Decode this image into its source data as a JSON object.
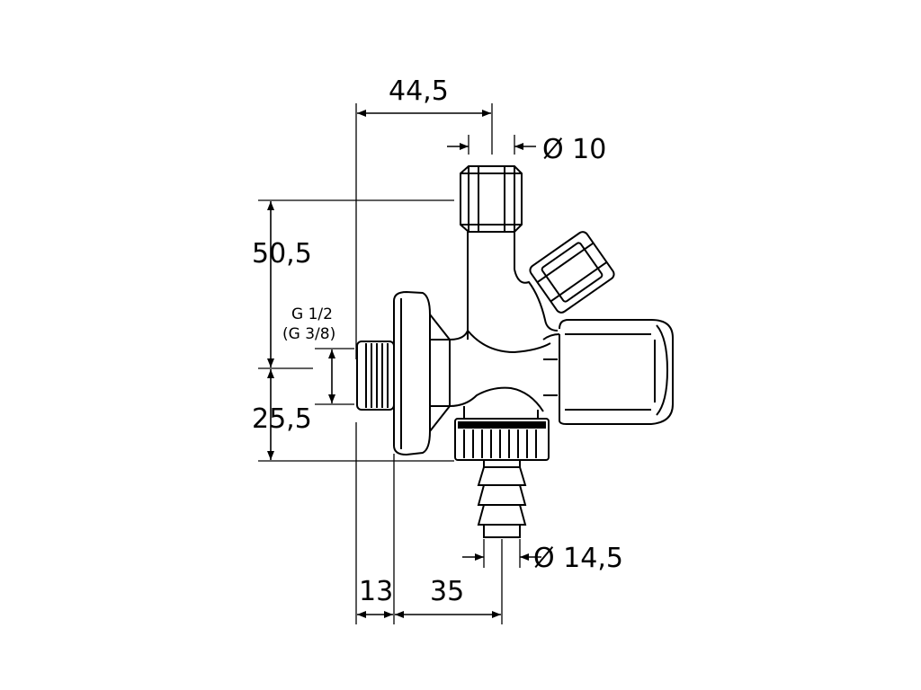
{
  "dimensions": {
    "top_width": "44,5",
    "top_pipe_diameter": "Ø 10",
    "height_upper": "50,5",
    "height_lower": "25,5",
    "thread_primary": "G 1/2",
    "thread_secondary": "(G 3/8)",
    "hose_diameter": "Ø 14,5",
    "flange_offset": "13",
    "hose_offset": "35"
  },
  "colors": {
    "line": "#000000",
    "background": "#ffffff"
  }
}
